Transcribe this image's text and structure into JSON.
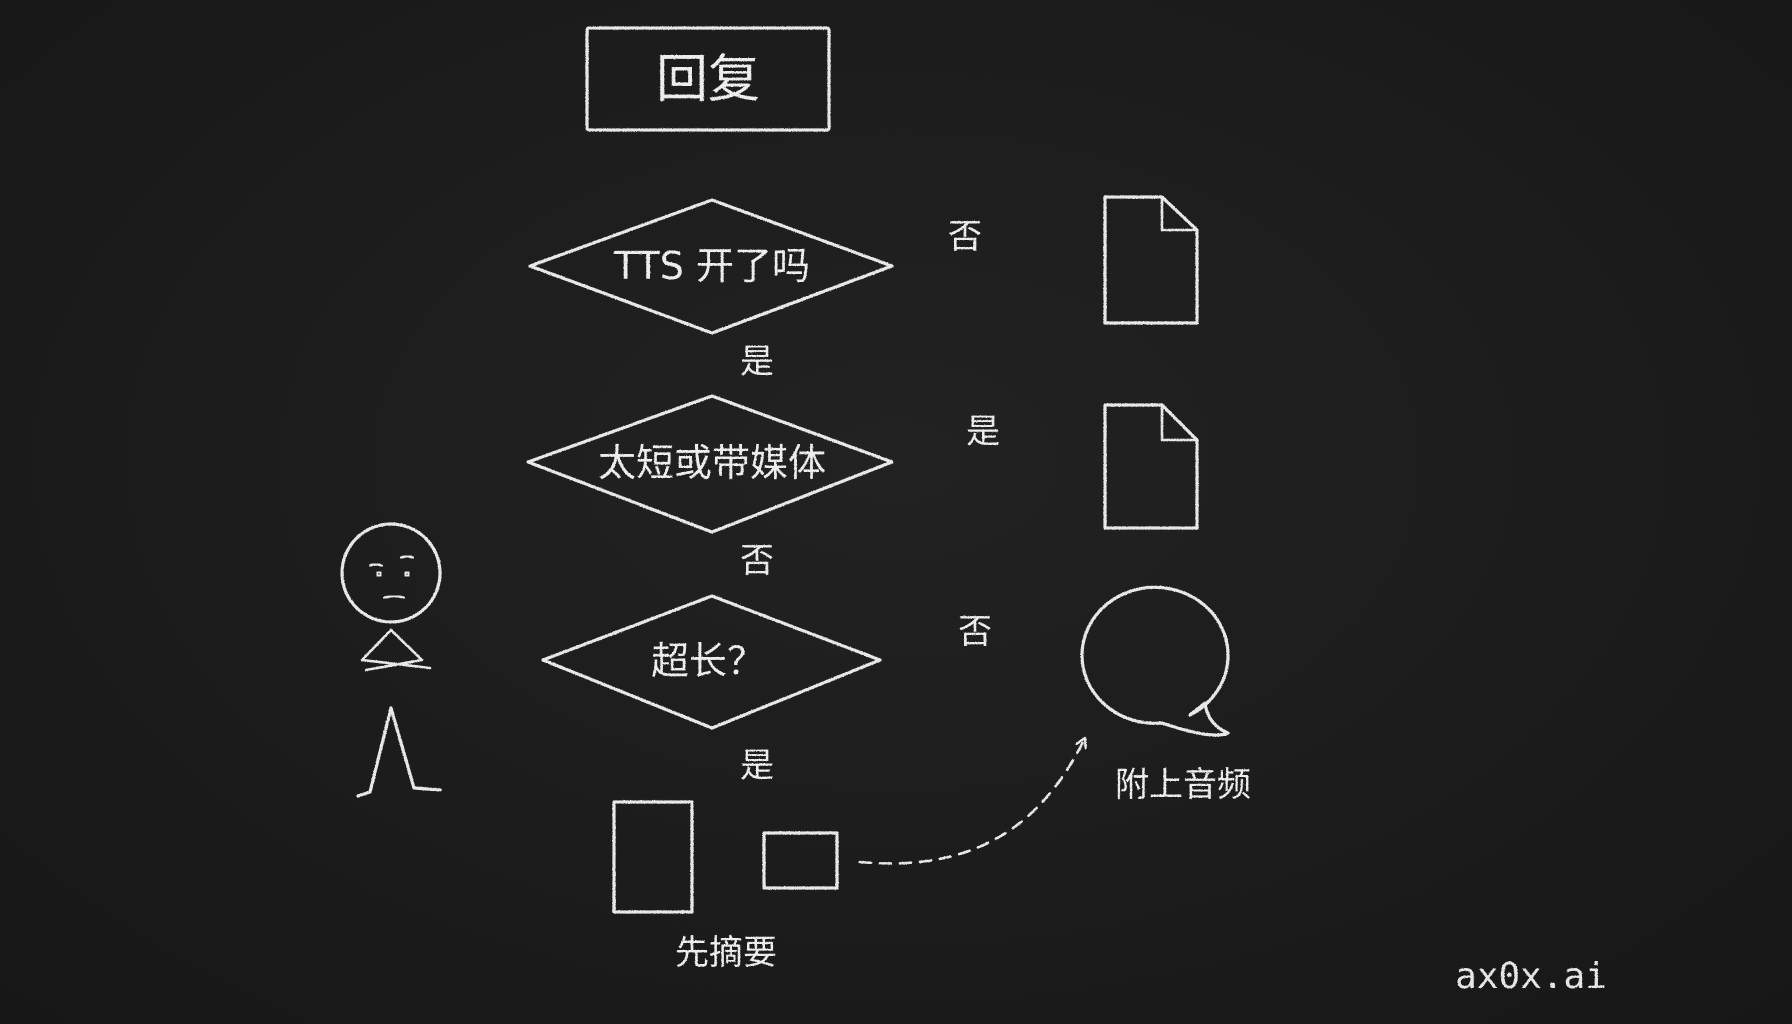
{
  "nodes": {
    "start": "回复",
    "q1": "TTS 开了吗",
    "q2": "太短或带媒体",
    "q3": "超长？",
    "summary": "先摘要",
    "audio": "附上音频"
  },
  "edges": {
    "q1_no": "否",
    "q1_yes": "是",
    "q2_yes": "是",
    "q2_no": "否",
    "q3_no": "否",
    "q3_yes": "是"
  },
  "icons": {
    "text_reply_1": "document-icon",
    "text_reply_2": "document-icon",
    "long_doc": "document-icon",
    "short_summary": "summary-card-icon",
    "voice": "speech-bubble-waveform-icon",
    "figure": "stick-figure-icon"
  },
  "watermark": "ax0x.ai",
  "colors": {
    "background": "#1b1b1b",
    "chalk": "#e8e8e8"
  }
}
